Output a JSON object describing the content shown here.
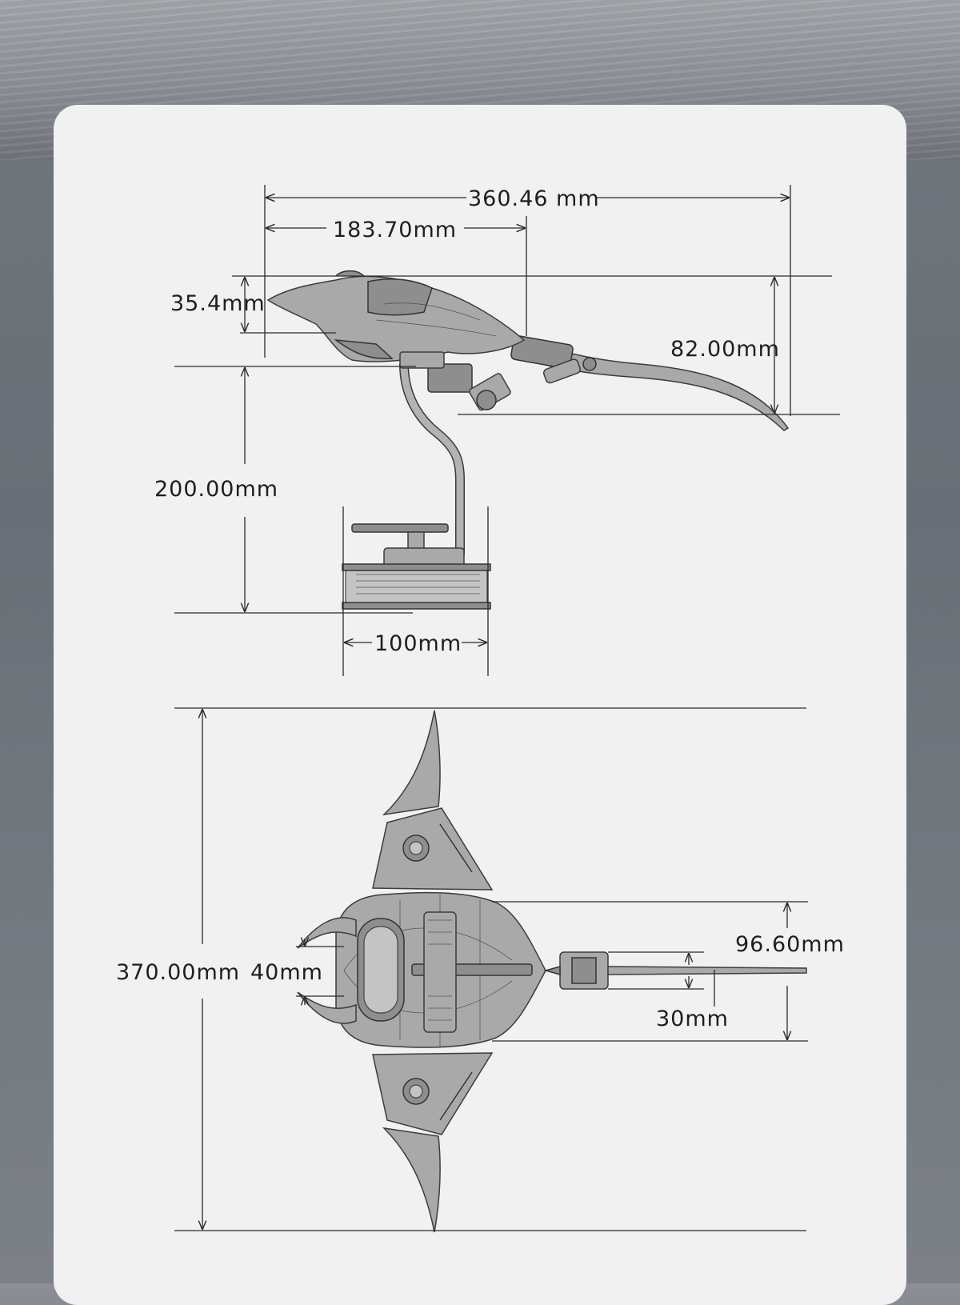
{
  "dimensions": {
    "total_length": "360.46 mm",
    "body_length": "183.70mm",
    "body_height": "35.4mm",
    "side_height": "82.00mm",
    "stand_height": "200.00mm",
    "base_width": "100mm",
    "wingspan": "370.00mm",
    "head_width": "40mm",
    "body_width": "96.60mm",
    "tail_width": "30mm"
  },
  "colors": {
    "card": "#f1f1f1",
    "part": "#a9a9a9",
    "line": "#2a2a2a"
  }
}
